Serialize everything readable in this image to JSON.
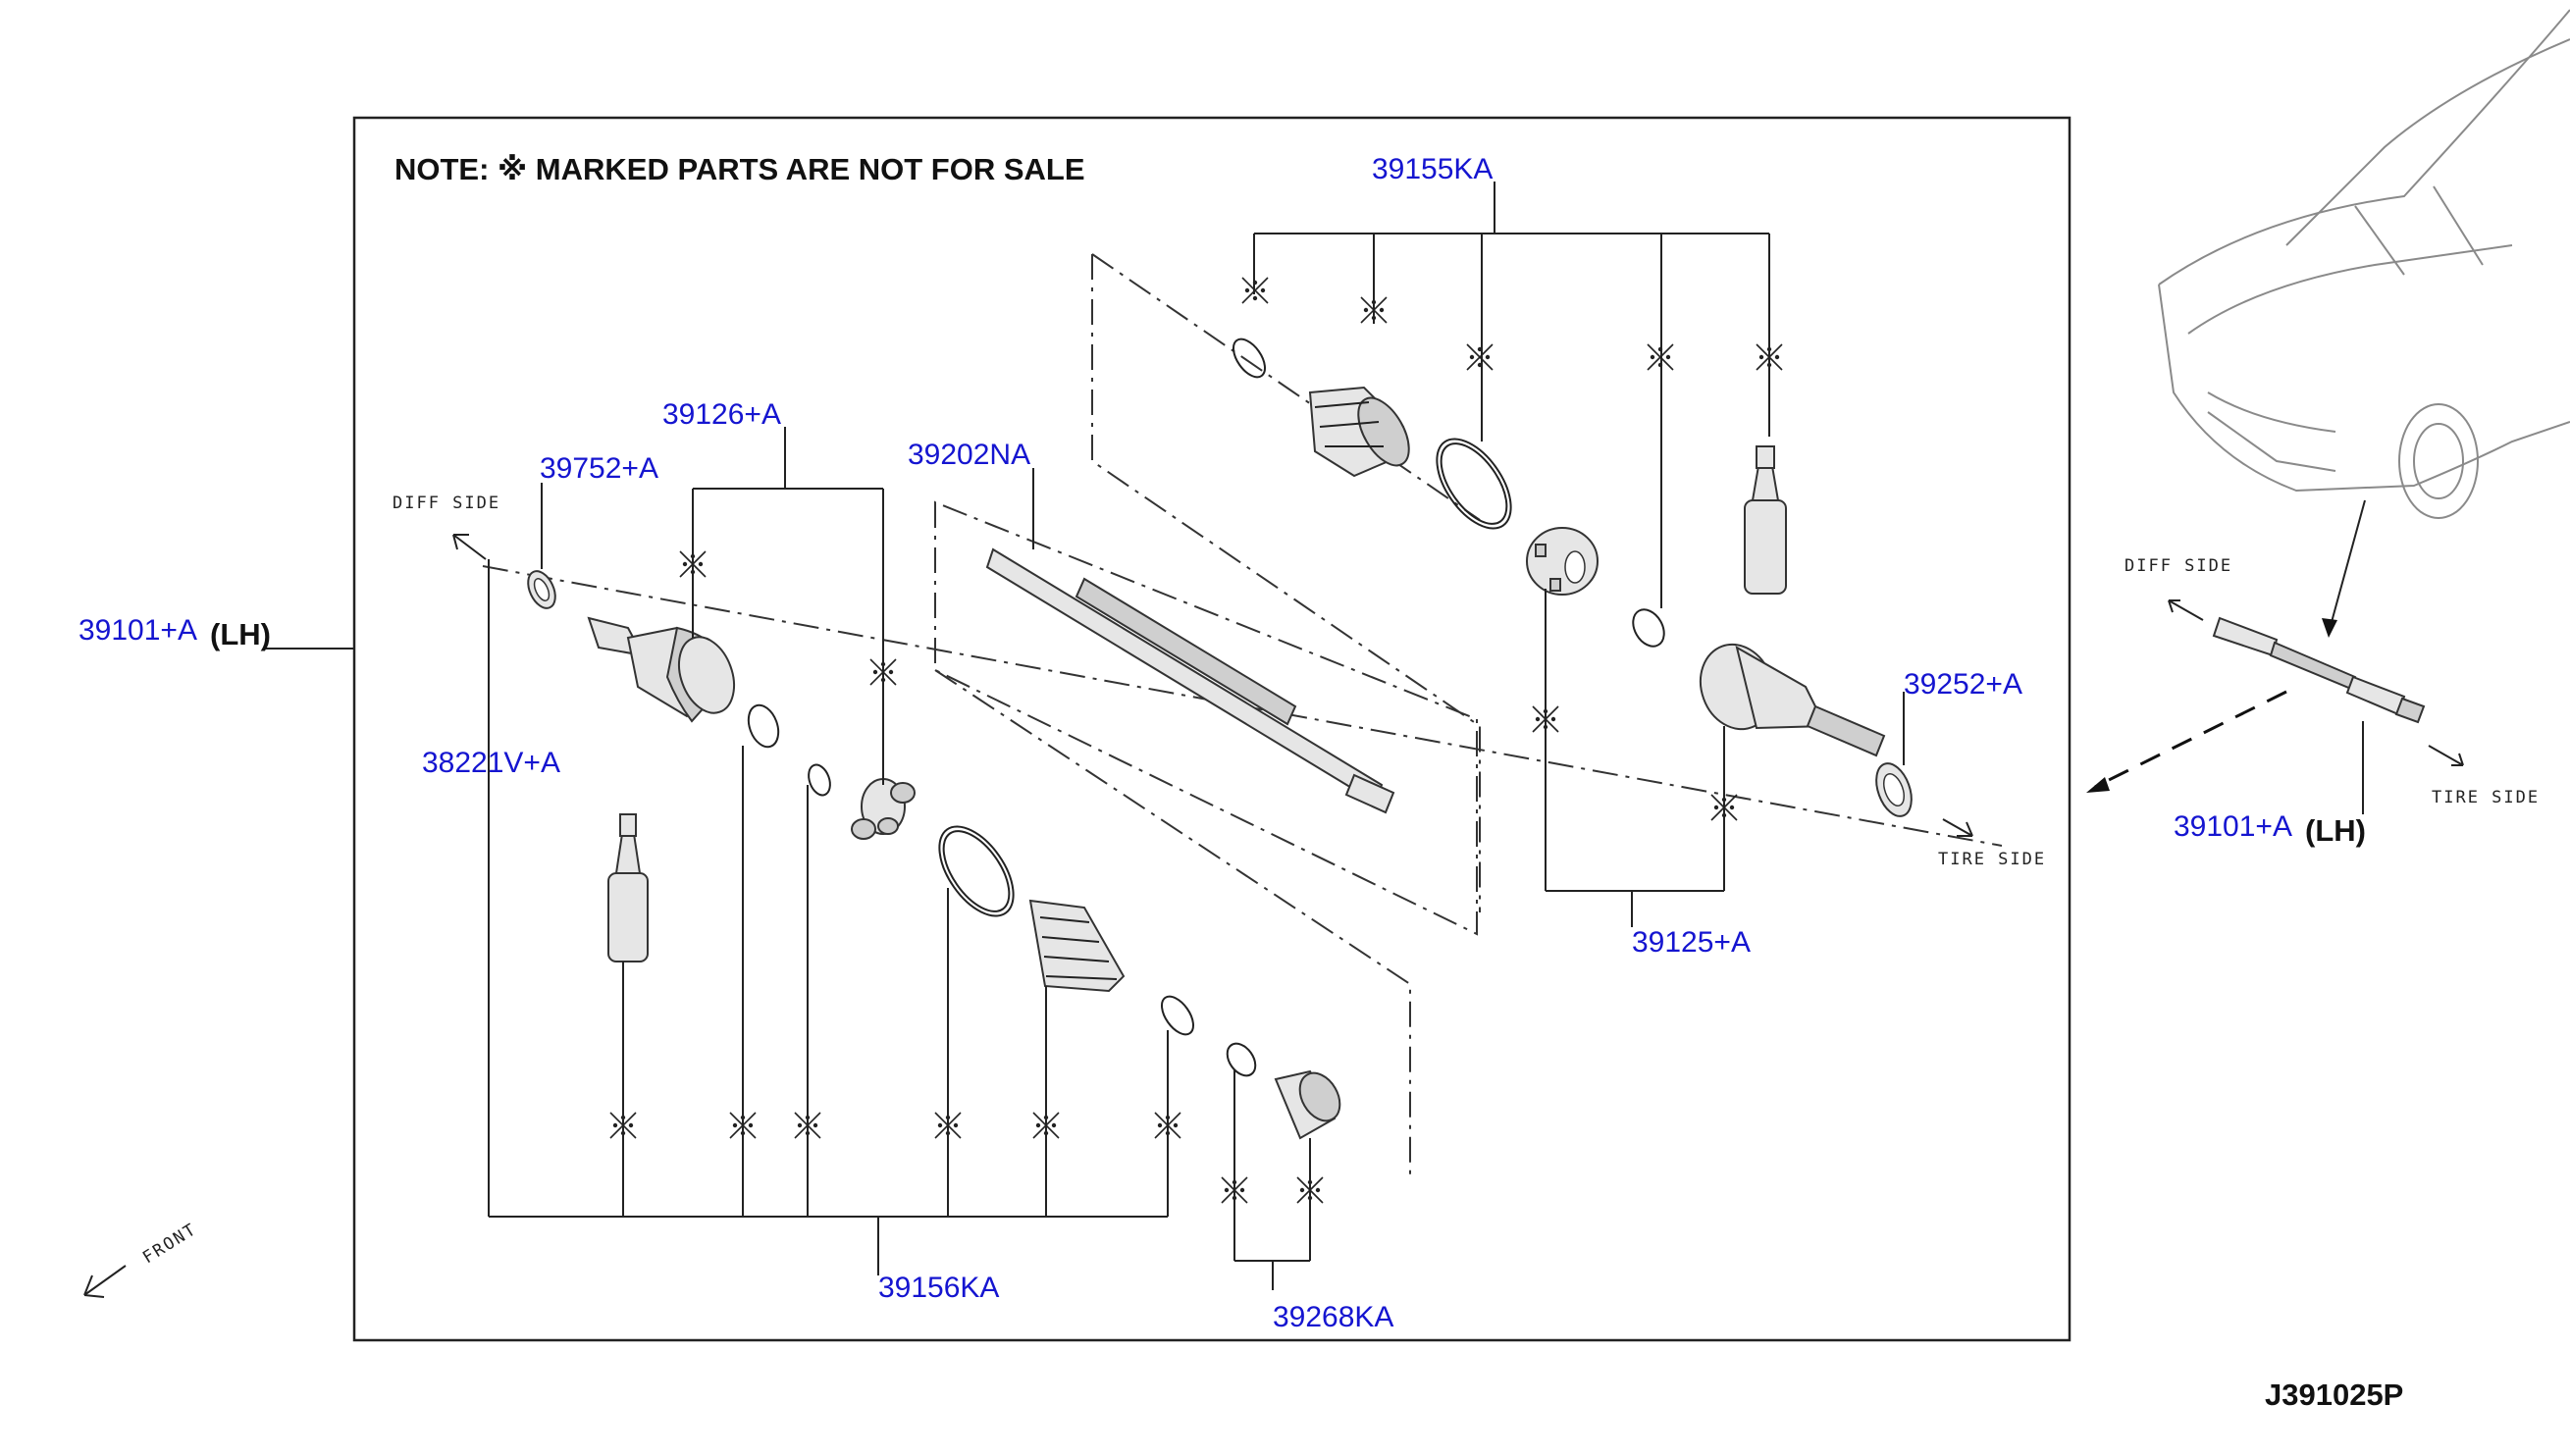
{
  "note": "NOTE: ※ MARKED PARTS ARE NOT FOR SALE",
  "diagram_code": "J391025P",
  "labels": {
    "p39155KA": "39155KA",
    "p39126A": "39126+A",
    "p39752A": "39752+A",
    "p39202NA": "39202NA",
    "p39101A": "39101+A",
    "lh": "(LH)",
    "p38221VA": "38221V+A",
    "p39252A": "39252+A",
    "p39125A": "39125+A",
    "p39156KA": "39156KA",
    "p39268KA": "39268KA",
    "p39101A_inset": "39101+A",
    "lh_inset": "(LH)"
  },
  "direction_labels": {
    "diff_side": "DIFF SIDE",
    "tire_side": "TIRE SIDE",
    "front": "FRONT",
    "diff_side_inset": "DIFF SIDE",
    "tire_side_inset": "TIRE SIDE"
  },
  "icons": {
    "not_for_sale": "not-for-sale-mark-icon",
    "arrow": "direction-arrow-icon"
  },
  "colors": {
    "part_number_link": "#1515d0",
    "line": "#222222"
  }
}
